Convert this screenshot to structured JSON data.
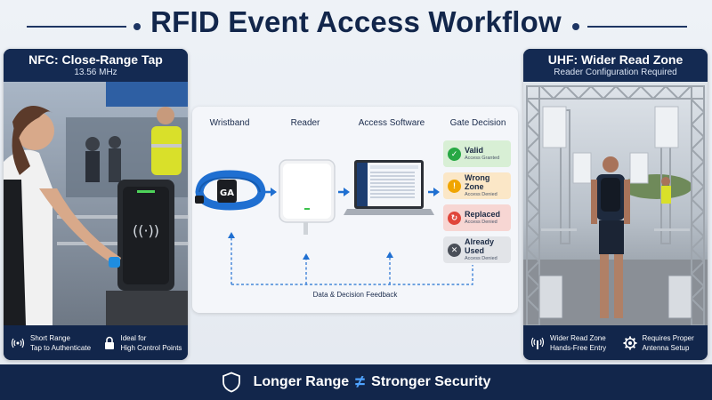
{
  "title": "RFID Event Access Workflow",
  "nfc_panel": {
    "heading": "NFC: Close-Range Tap",
    "subheading": "13.56 MHz",
    "features": [
      {
        "icon": "nfc-signal-icon",
        "line1": "Short Range",
        "line2": "Tap to Authenticate"
      },
      {
        "icon": "lock-icon",
        "line1": "Ideal for",
        "line2": "High Control Points"
      }
    ]
  },
  "uhf_panel": {
    "heading": "UHF: Wider Read Zone",
    "subheading": "Reader Configuration Required",
    "features": [
      {
        "icon": "rfid-signal-icon",
        "line1": "Wider Read Zone",
        "line2": "Hands-Free Entry"
      },
      {
        "icon": "gear-icon",
        "line1": "Requires Proper",
        "line2": "Antenna Setup"
      }
    ]
  },
  "workflow": {
    "steps": [
      "Wristband",
      "Reader",
      "Access Software",
      "Gate Decision"
    ],
    "wristband_tag": "GA",
    "decisions": [
      {
        "label": "Valid",
        "sub": "Access Granted",
        "icon": "check-icon",
        "color": "#27a844",
        "bg": "#d8efd5"
      },
      {
        "label": "Wrong Zone",
        "sub": "Access Denied",
        "icon": "warning-icon",
        "color": "#f0a500",
        "bg": "#fbe7c7"
      },
      {
        "label": "Replaced",
        "sub": "Access Denied",
        "icon": "refresh-icon",
        "color": "#e0453a",
        "bg": "#f7d6d3"
      },
      {
        "label": "Already Used",
        "sub": "Access Denied",
        "icon": "x-icon",
        "color": "#4a4f58",
        "bg": "#e2e4e8"
      }
    ],
    "feedback_label": "Data & Decision Feedback"
  },
  "banner": {
    "left": "Longer Range",
    "symbol": "≠",
    "right": "Stronger Security"
  },
  "colors": {
    "navy": "#12264b",
    "accent_blue": "#1f6fd1"
  }
}
